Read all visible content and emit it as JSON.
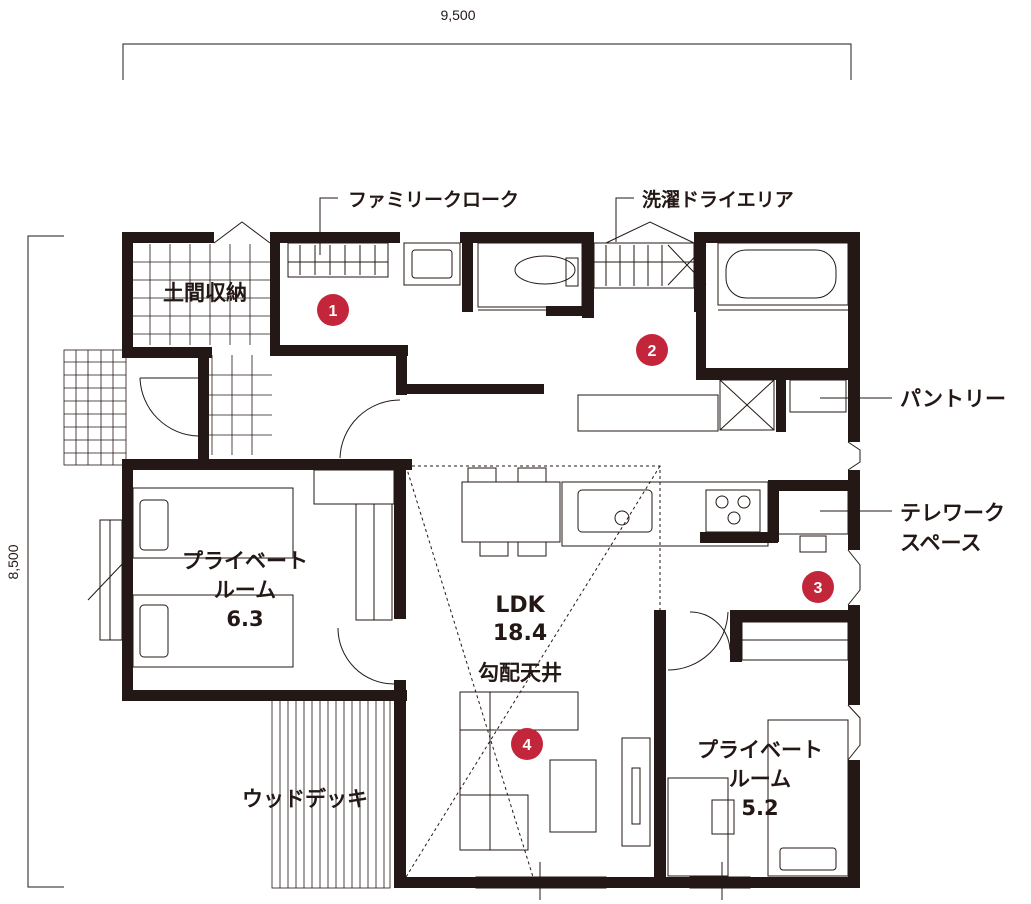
{
  "dimensions": {
    "width_label": "9,500",
    "height_label": "8,500"
  },
  "rooms": {
    "doma": "土間収納",
    "private1_line1": "プライベート",
    "private1_line2": "ルーム",
    "private1_area": "6.3",
    "ldk": "LDK",
    "ldk_area": "18.4",
    "ceiling": "勾配天井",
    "private2_line1": "プライベート",
    "private2_line2": "ルーム",
    "private2_area": "5.2",
    "deck": "ウッドデッキ"
  },
  "callouts": {
    "family_cloak": "ファミリークローク",
    "laundry": "洗濯ドライエリア",
    "pantry": "パントリー",
    "telework_line1": "テレワーク",
    "telework_line2": "スペース"
  },
  "markers": [
    "1",
    "2",
    "3",
    "4"
  ],
  "colors": {
    "wall": "#231815",
    "marker": "#c3263b",
    "line": "#231815"
  }
}
